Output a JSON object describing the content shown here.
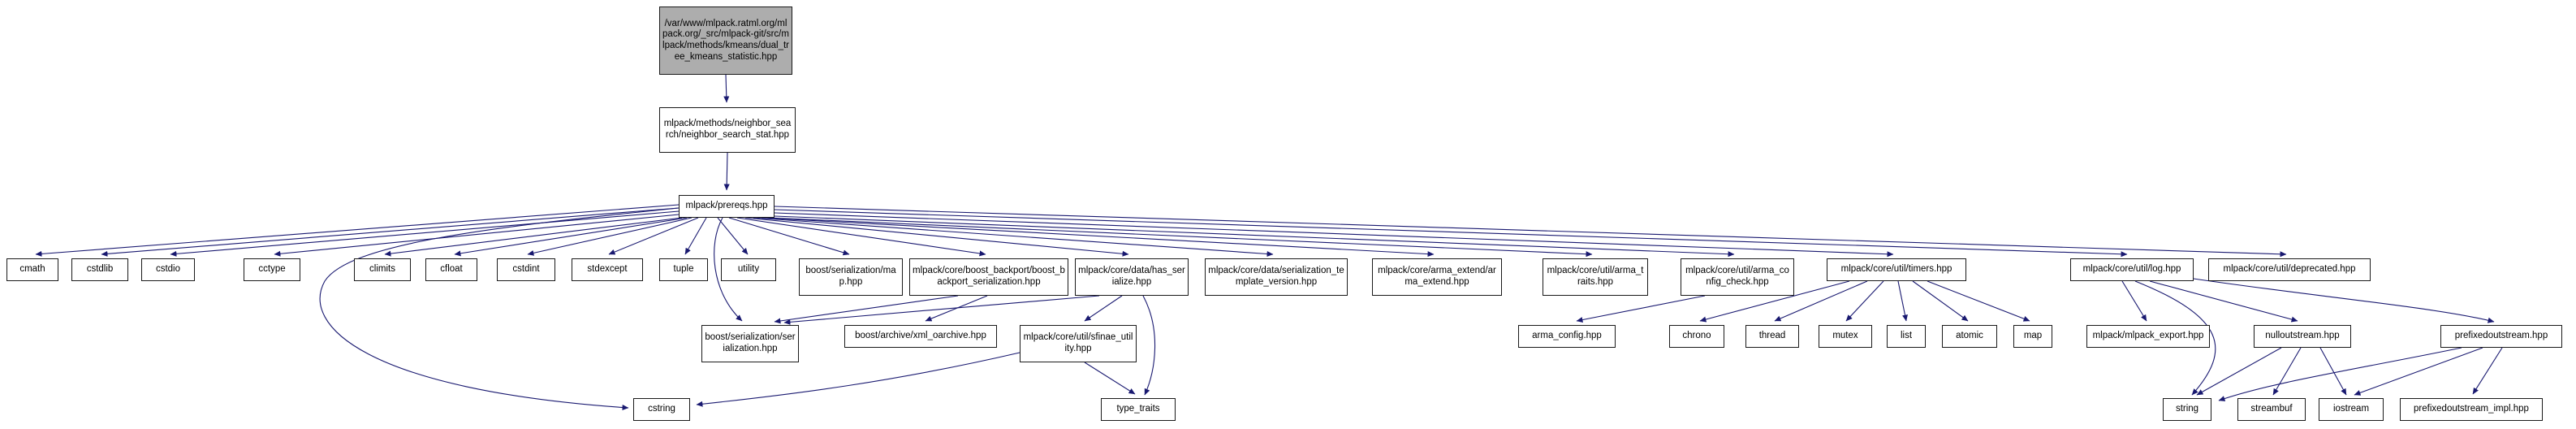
{
  "graph": {
    "type": "include-dependency-graph",
    "edge_color": "#191970",
    "node_fill": "#ffffff",
    "root_fill": "#adadad",
    "border_color": "#1a1a1a",
    "nodes": {
      "root": "/var/www/mlpack.ratml.org/mlpack.org/_src/mlpack-git/src/mlpack/methods/kmeans/dual_tree_kmeans_statistic.hpp",
      "neighbor_stat": "mlpack/methods/neighbor_search/neighbor_search_stat.hpp",
      "prereqs": "mlpack/prereqs.hpp",
      "cmath": "cmath",
      "cstdlib": "cstdlib",
      "cstdio": "cstdio",
      "cctype": "cctype",
      "climits": "climits",
      "cfloat": "cfloat",
      "cstdint": "cstdint",
      "stdexcept": "stdexcept",
      "tuple": "tuple",
      "utility": "utility",
      "boost_ser_map": "boost/serialization/map.hpp",
      "boost_backport": "mlpack/core/boost_backport/boost_backport_serialization.hpp",
      "has_serialize": "mlpack/core/data/has_serialize.hpp",
      "ser_tmpl_version": "mlpack/core/data/serialization_template_version.hpp",
      "arma_extend": "mlpack/core/arma_extend/arma_extend.hpp",
      "arma_traits": "mlpack/core/util/arma_traits.hpp",
      "arma_config_check": "mlpack/core/util/arma_config_check.hpp",
      "timers": "mlpack/core/util/timers.hpp",
      "log": "mlpack/core/util/log.hpp",
      "deprecated": "mlpack/core/util/deprecated.hpp",
      "boost_serialization": "boost/serialization/serialization.hpp",
      "xml_oarchive": "boost/archive/xml_oarchive.hpp",
      "sfinae": "mlpack/core/util/sfinae_utility.hpp",
      "arma_config": "arma_config.hpp",
      "chrono": "chrono",
      "thread": "thread",
      "mutex": "mutex",
      "list": "list",
      "atomic": "atomic",
      "map": "map",
      "mlpack_export": "mlpack/mlpack_export.hpp",
      "nulloutstream": "nulloutstream.hpp",
      "prefixedoutstream": "prefixedoutstream.hpp",
      "cstring": "cstring",
      "type_traits": "type_traits",
      "string": "string",
      "streambuf": "streambuf",
      "iostream": "iostream",
      "prefixedoutstream_impl": "prefixedoutstream_impl.hpp"
    }
  }
}
